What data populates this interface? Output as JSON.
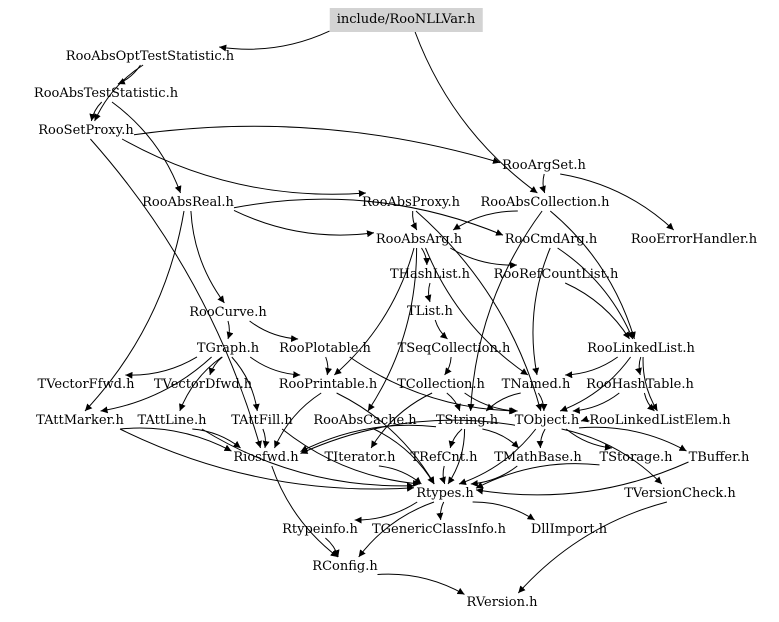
{
  "diagram": {
    "title": "include/RooNLLVar.h",
    "nodes": [
      {
        "id": "n0",
        "label": "include/RooNLLVar.h"
      },
      {
        "id": "n1",
        "label": "RooAbsOptTestStatistic.h"
      },
      {
        "id": "n2",
        "label": "RooAbsTestStatistic.h"
      },
      {
        "id": "n3",
        "label": "RooSetProxy.h"
      },
      {
        "id": "n4",
        "label": "RooArgSet.h"
      },
      {
        "id": "n5",
        "label": "RooAbsReal.h"
      },
      {
        "id": "n6",
        "label": "RooAbsProxy.h"
      },
      {
        "id": "n7",
        "label": "RooAbsCollection.h"
      },
      {
        "id": "n8",
        "label": "RooErrorHandler.h"
      },
      {
        "id": "n9",
        "label": "RooAbsArg.h"
      },
      {
        "id": "n10",
        "label": "RooCmdArg.h"
      },
      {
        "id": "n11",
        "label": "THashList.h"
      },
      {
        "id": "n12",
        "label": "RooRefCountList.h"
      },
      {
        "id": "n13",
        "label": "TList.h"
      },
      {
        "id": "n14",
        "label": "RooCurve.h"
      },
      {
        "id": "n15",
        "label": "TGraph.h"
      },
      {
        "id": "n16",
        "label": "RooPlotable.h"
      },
      {
        "id": "n17",
        "label": "TSeqCollection.h"
      },
      {
        "id": "n18",
        "label": "RooLinkedList.h"
      },
      {
        "id": "n19",
        "label": "TVectorFfwd.h"
      },
      {
        "id": "n20",
        "label": "TVectorDfwd.h"
      },
      {
        "id": "n21",
        "label": "RooPrintable.h"
      },
      {
        "id": "n22",
        "label": "TCollection.h"
      },
      {
        "id": "n23",
        "label": "TNamed.h"
      },
      {
        "id": "n24",
        "label": "RooHashTable.h"
      },
      {
        "id": "n25",
        "label": "TAttMarker.h"
      },
      {
        "id": "n26",
        "label": "TAttLine.h"
      },
      {
        "id": "n27",
        "label": "TAttFill.h"
      },
      {
        "id": "n28",
        "label": "RooAbsCache.h"
      },
      {
        "id": "n29",
        "label": "TString.h"
      },
      {
        "id": "n30",
        "label": "TObject.h"
      },
      {
        "id": "n31",
        "label": "RooLinkedListElem.h"
      },
      {
        "id": "n32",
        "label": "Riosfwd.h"
      },
      {
        "id": "n33",
        "label": "TIterator.h"
      },
      {
        "id": "n34",
        "label": "TRefCnt.h"
      },
      {
        "id": "n35",
        "label": "TMathBase.h"
      },
      {
        "id": "n36",
        "label": "TStorage.h"
      },
      {
        "id": "n37",
        "label": "TBuffer.h"
      },
      {
        "id": "n38",
        "label": "Rtypes.h"
      },
      {
        "id": "n39",
        "label": "TVersionCheck.h"
      },
      {
        "id": "n40",
        "label": "Rtypeinfo.h"
      },
      {
        "id": "n41",
        "label": "TGenericClassInfo.h"
      },
      {
        "id": "n42",
        "label": "DllImport.h"
      },
      {
        "id": "n43",
        "label": "RConfig.h"
      },
      {
        "id": "n44",
        "label": "RVersion.h"
      }
    ],
    "edges": [
      [
        "n0",
        "n1"
      ],
      [
        "n0",
        "n7"
      ],
      [
        "n1",
        "n2"
      ],
      [
        "n1",
        "n3"
      ],
      [
        "n2",
        "n5"
      ],
      [
        "n2",
        "n3"
      ],
      [
        "n3",
        "n4"
      ],
      [
        "n3",
        "n6"
      ],
      [
        "n3",
        "n32"
      ],
      [
        "n4",
        "n7"
      ],
      [
        "n4",
        "n8"
      ],
      [
        "n5",
        "n9"
      ],
      [
        "n5",
        "n10"
      ],
      [
        "n5",
        "n14"
      ],
      [
        "n5",
        "n25"
      ],
      [
        "n6",
        "n9"
      ],
      [
        "n6",
        "n30"
      ],
      [
        "n7",
        "n9"
      ],
      [
        "n7",
        "n18"
      ],
      [
        "n7",
        "n29"
      ],
      [
        "n9",
        "n11"
      ],
      [
        "n9",
        "n12"
      ],
      [
        "n9",
        "n21"
      ],
      [
        "n9",
        "n23"
      ],
      [
        "n9",
        "n28"
      ],
      [
        "n10",
        "n23"
      ],
      [
        "n10",
        "n18"
      ],
      [
        "n11",
        "n13"
      ],
      [
        "n12",
        "n18"
      ],
      [
        "n13",
        "n17"
      ],
      [
        "n14",
        "n15"
      ],
      [
        "n14",
        "n16"
      ],
      [
        "n15",
        "n19"
      ],
      [
        "n15",
        "n20"
      ],
      [
        "n15",
        "n25"
      ],
      [
        "n15",
        "n26"
      ],
      [
        "n15",
        "n27"
      ],
      [
        "n15",
        "n21"
      ],
      [
        "n16",
        "n21"
      ],
      [
        "n16",
        "n30"
      ],
      [
        "n17",
        "n22"
      ],
      [
        "n18",
        "n24"
      ],
      [
        "n18",
        "n23"
      ],
      [
        "n18",
        "n31"
      ],
      [
        "n18",
        "n30"
      ],
      [
        "n21",
        "n32"
      ],
      [
        "n21",
        "n38"
      ],
      [
        "n22",
        "n30"
      ],
      [
        "n22",
        "n29"
      ],
      [
        "n22",
        "n33"
      ],
      [
        "n23",
        "n30"
      ],
      [
        "n23",
        "n29"
      ],
      [
        "n24",
        "n30"
      ],
      [
        "n24",
        "n31"
      ],
      [
        "n25",
        "n32"
      ],
      [
        "n25",
        "n38"
      ],
      [
        "n26",
        "n32"
      ],
      [
        "n26",
        "n38"
      ],
      [
        "n27",
        "n32"
      ],
      [
        "n27",
        "n38"
      ],
      [
        "n28",
        "n38"
      ],
      [
        "n29",
        "n34"
      ],
      [
        "n29",
        "n35"
      ],
      [
        "n29",
        "n32"
      ],
      [
        "n29",
        "n38"
      ],
      [
        "n30",
        "n36"
      ],
      [
        "n30",
        "n37"
      ],
      [
        "n30",
        "n35"
      ],
      [
        "n30",
        "n39"
      ],
      [
        "n30",
        "n32"
      ],
      [
        "n30",
        "n38"
      ],
      [
        "n31",
        "n30"
      ],
      [
        "n33",
        "n38"
      ],
      [
        "n34",
        "n38"
      ],
      [
        "n35",
        "n38"
      ],
      [
        "n36",
        "n38"
      ],
      [
        "n37",
        "n38"
      ],
      [
        "n32",
        "n43"
      ],
      [
        "n38",
        "n40"
      ],
      [
        "n38",
        "n41"
      ],
      [
        "n38",
        "n42"
      ],
      [
        "n38",
        "n43"
      ],
      [
        "n40",
        "n43"
      ],
      [
        "n39",
        "n44"
      ],
      [
        "n43",
        "n44"
      ]
    ]
  }
}
